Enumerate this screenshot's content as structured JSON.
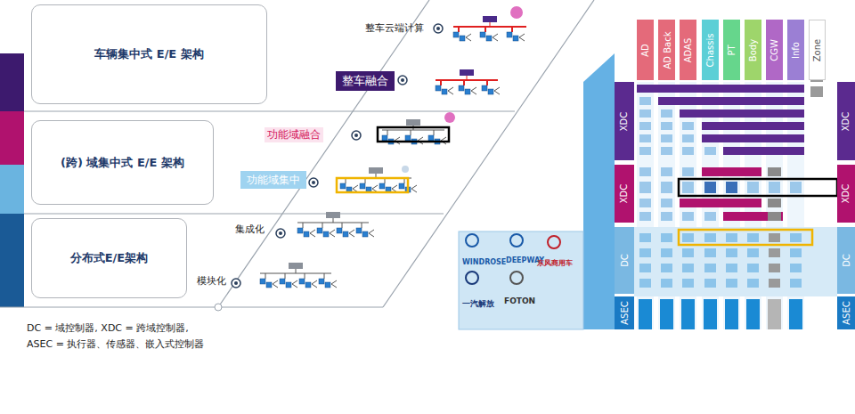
{
  "diagram": {
    "nodes": [
      {
        "text": [
          "车辆集中式 E/E 架构"
        ]
      },
      {
        "text": [
          "(跨) 域集中式 E/E 架构"
        ]
      },
      {
        "text": [
          "分布式E/E架构"
        ]
      },
      {
        "text": [
          "整车融合"
        ]
      },
      {
        "text": [
          "功能域集中"
        ]
      },
      {
        "text": [
          "AD"
        ]
      },
      {
        "text": [
          "AD Back"
        ]
      },
      {
        "text": [
          "ADAS"
        ]
      },
      {
        "text": [
          "Chassis"
        ]
      },
      {
        "text": [
          "PT"
        ]
      },
      {
        "text": [
          "Body"
        ]
      },
      {
        "text": [
          "CGW"
        ]
      },
      {
        "text": [
          "Info"
        ]
      },
      {
        "text": [
          "Zone"
        ]
      },
      {
        "text": [
          "XDC"
        ]
      },
      {
        "text": [
          "XDC"
        ]
      },
      {
        "text": [
          "XDC"
        ]
      },
      {
        "text": [
          "XDC"
        ]
      },
      {
        "text": [
          "DC"
        ]
      },
      {
        "text": [
          "DC"
        ]
      },
      {
        "text": [
          "ASEC"
        ]
      },
      {
        "text": [
          "ASEC"
        ]
      }
    ],
    "labels": [
      "整车云端计算",
      "功能域融合",
      "集成化",
      "模块化",
      "WINDROSE",
      "DEEPWAY",
      "东风商用车",
      "一汽解放",
      "FOTON",
      "DC = 域控制器, XDC = 跨域控制器,",
      "ASEC = 执行器、传感器、嵌入式控制器"
    ]
  }
}
